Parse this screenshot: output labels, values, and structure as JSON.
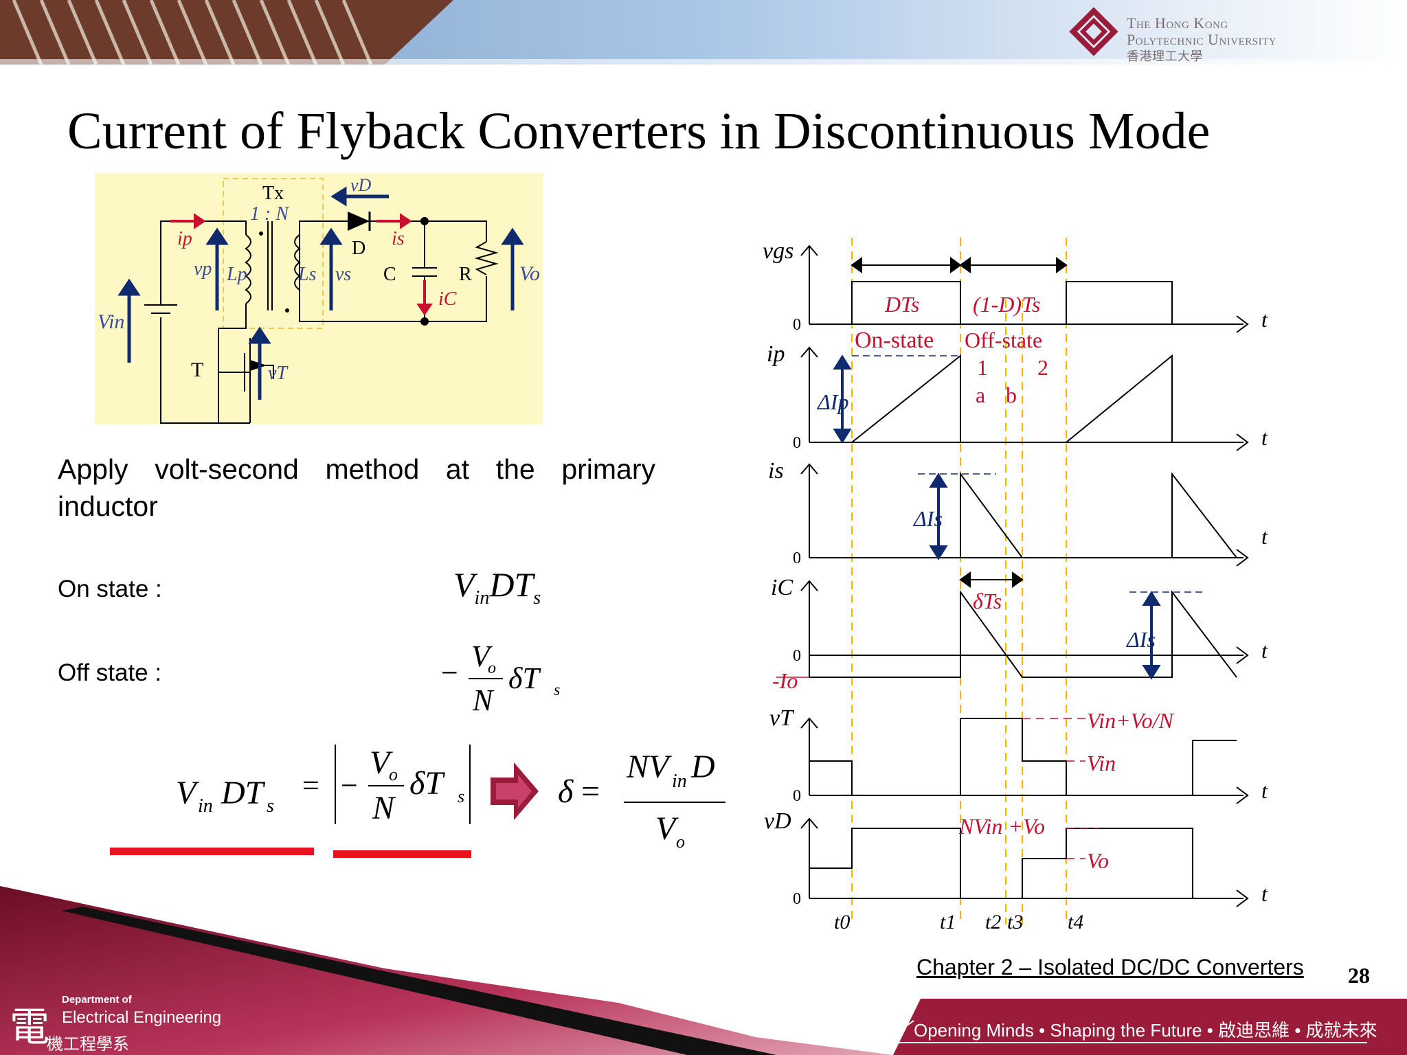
{
  "header": {
    "university_en_line1": "The Hong Kong",
    "university_en_line2": "Polytechnic University",
    "university_zh": "香港理工大學"
  },
  "slide": {
    "title": "Current of Flyback Converters in Discontinuous Mode",
    "body_text": "Apply volt-second method at the primary inductor",
    "on_state_label": "On state :",
    "off_state_label": "Off state :",
    "page_number": "28",
    "chapter": "Chapter 2 – Isolated DC/DC Converters"
  },
  "circuit_labels": {
    "tx": "Tx",
    "ratio": "1 : N",
    "vd": "vD",
    "ip": "ip",
    "vp": "vp",
    "lp": "Lp",
    "ls": "Ls",
    "vs": "vs",
    "d": "D",
    "is": "is",
    "c": "C",
    "r": "R",
    "vo": "Vo",
    "ic": "iC",
    "vin": "Vin",
    "t": "T",
    "vt": "vT"
  },
  "timing_labels": {
    "signals": [
      "vgs",
      "ip",
      "is",
      "iC",
      "vT",
      "vD"
    ],
    "zero": "0",
    "time_axis": "t",
    "dts": "DTs",
    "one_minus_d": "(1-D)Ts",
    "on_state": "On-state",
    "off_state": "Off-state",
    "sub1": "1",
    "sub2": "2",
    "suba": "a",
    "subb": "b",
    "delta_ip": "ΔIp",
    "delta_is": "ΔIs",
    "delta_ts": "δTs",
    "minus_io": "-Io",
    "vt_high": "Vin+Vo/N",
    "vt_mid": "Vin",
    "vd_high": "NVin +Vo",
    "vd_mid": "Vo",
    "times": [
      "t0",
      "t1",
      "t2",
      "t3",
      "t4"
    ]
  },
  "footer": {
    "dept_of": "Department of",
    "dept_name": "Electrical Engineering",
    "dept_zh": "機工程學系",
    "dept_char": "電",
    "slogan": "Opening Minds • Shaping the Future • 啟迪思維 • 成就未來"
  },
  "colors": {
    "accent_red": "#e8131b",
    "brand_maroon": "#9b1b3a",
    "diagram_bg": "#fdf8c4",
    "dashed_orange": "#f2b705",
    "label_red": "#c8102e",
    "arrow_navy": "#102a6e"
  }
}
